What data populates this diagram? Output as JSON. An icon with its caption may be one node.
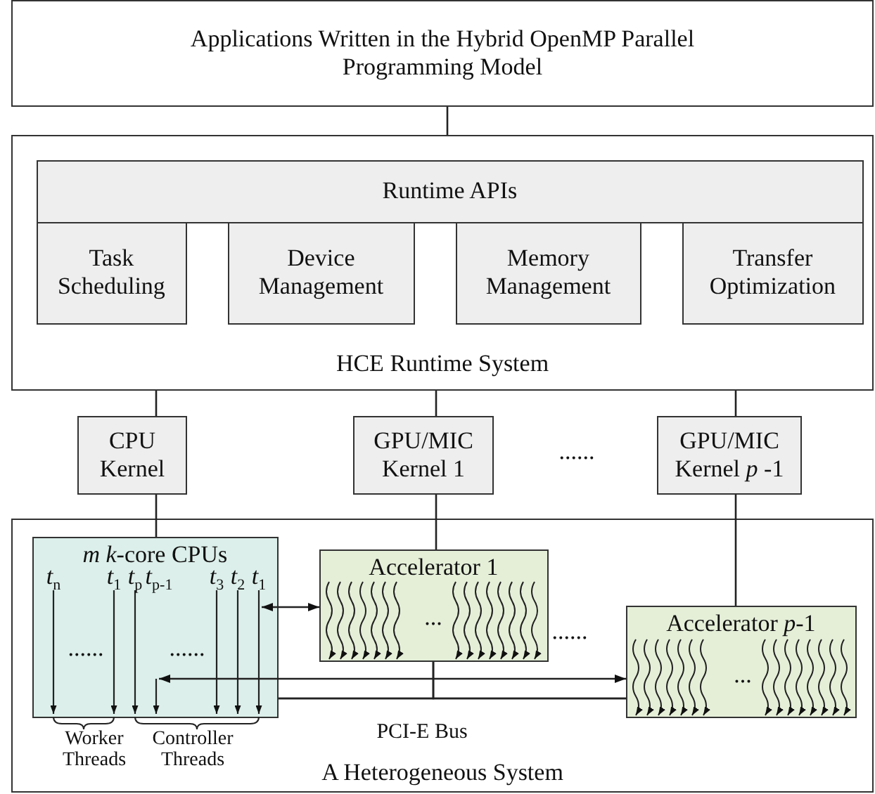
{
  "diagram": {
    "nodes": [
      {
        "text": [
          "Applications Written in the Hybrid OpenMP Parallel Programming Model"
        ]
      },
      {
        "text": [
          "HCE Runtime System"
        ]
      },
      {
        "text": [
          "Runtime APIs"
        ],
        "in": 1
      },
      {
        "text": [
          "Task Scheduling"
        ],
        "in": 1
      },
      {
        "text": [
          "Device Management"
        ],
        "in": 1
      },
      {
        "text": [
          "Memory Management"
        ],
        "in": 1
      },
      {
        "text": [
          "Transfer Optimization"
        ],
        "in": 1
      },
      {
        "text": [
          "CPU Kernel"
        ]
      },
      {
        "text": [
          "GPU/MIC Kernel 1"
        ]
      },
      {
        "text": [
          "GPU/MIC Kernel *p* -1"
        ]
      },
      {
        "text": [
          "A Heterogeneous System"
        ]
      },
      {
        "text": [
          "*m* *k*-core CPUs"
        ],
        "in": 10
      },
      {
        "text": [
          "Accelerator 1"
        ],
        "in": 10
      },
      {
        "text": [
          "Accelerator *p*-1"
        ],
        "in": 10
      }
    ],
    "edges": [
      {
        "from": 0,
        "to": 1,
        "arrow": "none"
      },
      {
        "from": 1,
        "to": 7,
        "arrow": "none"
      },
      {
        "from": 1,
        "to": 8,
        "arrow": "none"
      },
      {
        "from": 1,
        "to": 9,
        "arrow": "none"
      },
      {
        "from": 7,
        "to": 11,
        "arrow": "none"
      },
      {
        "from": 8,
        "to": 12,
        "arrow": "none"
      },
      {
        "from": 9,
        "to": 13,
        "arrow": "none"
      },
      {
        "from": 11,
        "to": 12,
        "arrow": "both"
      },
      {
        "from": 11,
        "to": 13,
        "arrow": "both"
      },
      {
        "from": 11,
        "to": 13,
        "arrow": "none"
      },
      {
        "from": 12,
        "to": 11,
        "arrow": "none"
      },
      {
        "from": 12,
        "to": 13,
        "arrow": "none"
      }
    ],
    "labels": [
      "......",
      "*t*$_{n}$",
      "*t*$_{1}$",
      "*t*$_{p}$",
      "*t*$_{p-1}$",
      "*t*$_{3}$",
      "*t*$_{2}$",
      "*t*$_{1}$",
      "......",
      "......",
      "...",
      "......",
      "...",
      "PCI-E Bus",
      "Worker Threads",
      "Controller Threads"
    ]
  }
}
